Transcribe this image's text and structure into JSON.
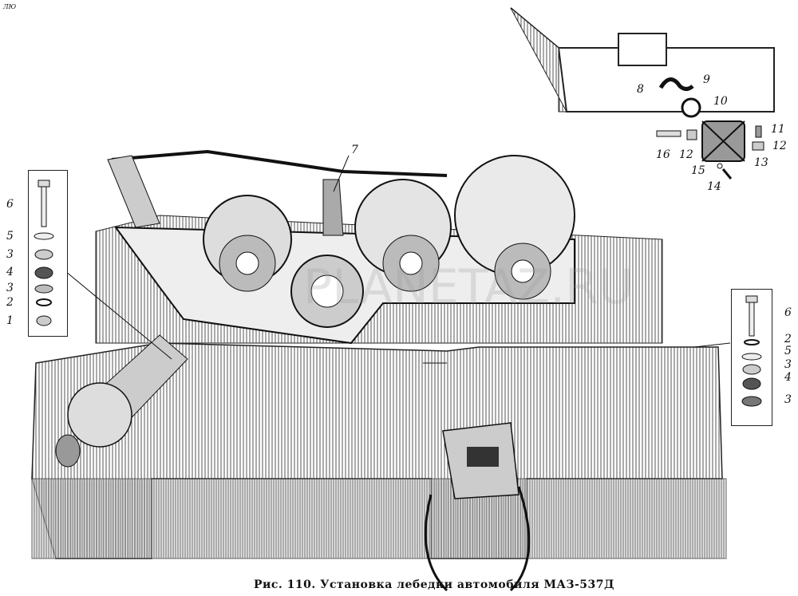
{
  "corner_mark": "ЛЮ",
  "caption": "Рис. 110. Установка лебедки автомобиля МАЗ-537Д",
  "callouts": {
    "main": [
      "7"
    ],
    "left_inset": [
      "6",
      "5",
      "3",
      "4",
      "3",
      "2",
      "1"
    ],
    "right_inset": [
      "6",
      "2",
      "5",
      "3",
      "4",
      "3"
    ],
    "top_right_detail": [
      "8",
      "9",
      "10",
      "11",
      "12",
      "16",
      "12",
      "13",
      "15",
      "14"
    ]
  },
  "colors": {
    "ink": "#1a1a1a",
    "paper": "#ffffff",
    "shade": "#8a8a8a"
  }
}
